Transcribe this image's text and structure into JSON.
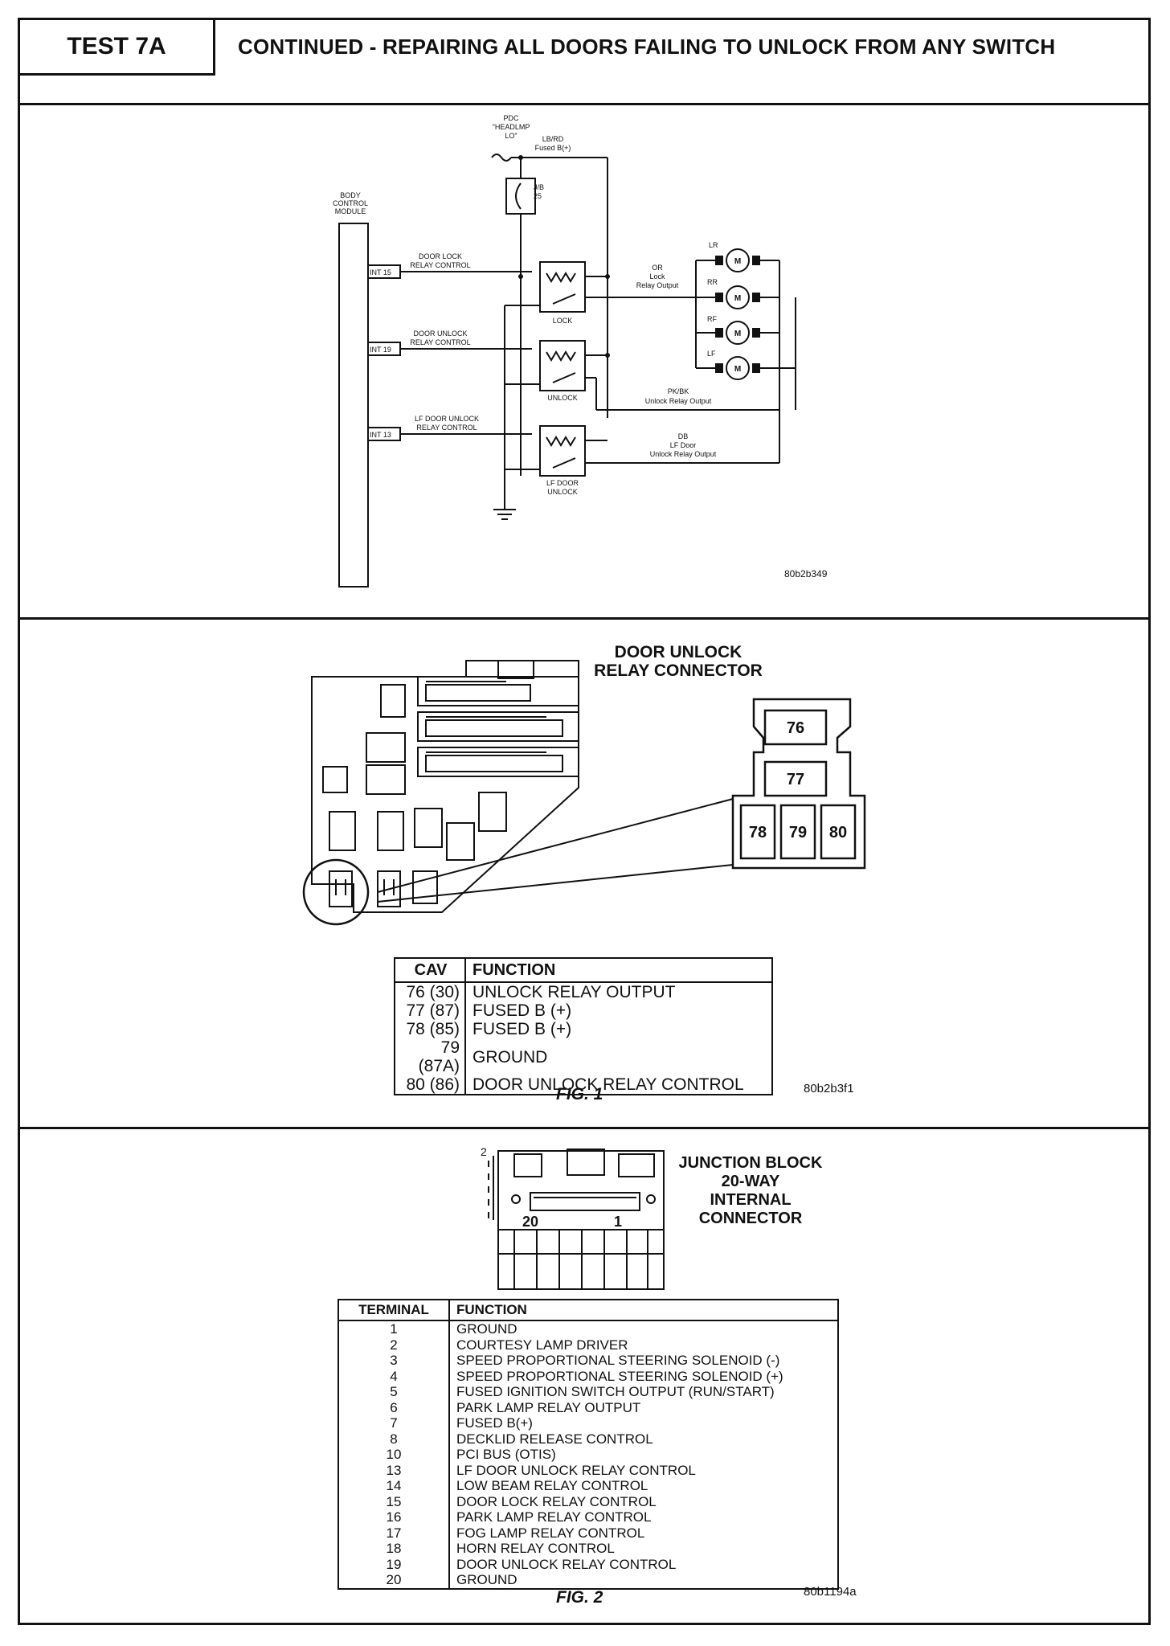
{
  "header": {
    "test_label": "TEST 7A",
    "title": "CONTINUED - REPAIRING ALL DOORS FAILING TO UNLOCK FROM ANY SWITCH"
  },
  "schematic": {
    "pdc_label": [
      "PDC",
      "\"HEADLMP",
      "LO\""
    ],
    "fused_wire": [
      "LB/RD",
      "Fused B(+)"
    ],
    "fuse_label": [
      "J/B",
      "25"
    ],
    "bcm_label": [
      "BODY",
      "CONTROL",
      "MODULE"
    ],
    "pins": [
      "INT 15",
      "INT 19",
      "INT 13"
    ],
    "lock_ctrl_label": [
      "DOOR LOCK",
      "RELAY CONTROL"
    ],
    "unlock_ctrl_label": [
      "DOOR UNLOCK",
      "RELAY CONTROL"
    ],
    "lf_unlock_ctrl_label": [
      "LF DOOR UNLOCK",
      "RELAY CONTROL"
    ],
    "relay_lock": "LOCK",
    "relay_unlock": "UNLOCK",
    "relay_lf": [
      "LF DOOR",
      "UNLOCK"
    ],
    "lock_output": [
      "OR",
      "Lock",
      "Relay Output"
    ],
    "unlock_output": [
      "PK/BK",
      "Unlock Relay Output"
    ],
    "lf_output": [
      "DB",
      "LF Door",
      "Unlock Relay Output"
    ],
    "motors": [
      "LR",
      "RR",
      "RF",
      "LF"
    ],
    "motor_symbol": "M",
    "code": "80b2b349"
  },
  "fig1": {
    "connector_title": [
      "DOOR UNLOCK",
      "RELAY CONNECTOR"
    ],
    "cavities": [
      "76",
      "77",
      "78",
      "79",
      "80"
    ],
    "table_headers": [
      "CAV",
      "FUNCTION"
    ],
    "rows": [
      {
        "cav": "76 (30)",
        "function": "UNLOCK RELAY OUTPUT"
      },
      {
        "cav": "77 (87)",
        "function": "FUSED B (+)"
      },
      {
        "cav": "78 (85)",
        "function": "FUSED B (+)"
      },
      {
        "cav": "79 (87A)",
        "function": "GROUND"
      },
      {
        "cav": "80 (86)",
        "function": "DOOR UNLOCK RELAY CONTROL"
      }
    ],
    "caption": "FIG. 1",
    "code": "80b2b3f1"
  },
  "fig2": {
    "connector_title": [
      "JUNCTION BLOCK",
      "20-WAY",
      "INTERNAL",
      "CONNECTOR"
    ],
    "pin_labels": [
      "20",
      "1"
    ],
    "side_number": "2",
    "table_headers": [
      "TERMINAL",
      "FUNCTION"
    ],
    "rows": [
      {
        "terminal": "1",
        "function": "GROUND"
      },
      {
        "terminal": "2",
        "function": "COURTESY LAMP DRIVER"
      },
      {
        "terminal": "3",
        "function": "SPEED PROPORTIONAL STEERING SOLENOID (-)"
      },
      {
        "terminal": "4",
        "function": "SPEED PROPORTIONAL STEERING SOLENOID (+)"
      },
      {
        "terminal": "5",
        "function": "FUSED IGNITION SWITCH OUTPUT (RUN/START)"
      },
      {
        "terminal": "6",
        "function": "PARK LAMP RELAY OUTPUT"
      },
      {
        "terminal": "7",
        "function": "FUSED B(+)"
      },
      {
        "terminal": "8",
        "function": "DECKLID RELEASE CONTROL"
      },
      {
        "terminal": "10",
        "function": "PCI BUS (OTIS)"
      },
      {
        "terminal": "13",
        "function": "LF DOOR UNLOCK RELAY CONTROL"
      },
      {
        "terminal": "14",
        "function": "LOW BEAM RELAY CONTROL"
      },
      {
        "terminal": "15",
        "function": "DOOR LOCK RELAY CONTROL"
      },
      {
        "terminal": "16",
        "function": "PARK LAMP RELAY CONTROL"
      },
      {
        "terminal": "17",
        "function": "FOG LAMP RELAY CONTROL"
      },
      {
        "terminal": "18",
        "function": "HORN RELAY CONTROL"
      },
      {
        "terminal": "19",
        "function": "DOOR UNLOCK RELAY CONTROL"
      },
      {
        "terminal": "20",
        "function": "GROUND"
      }
    ],
    "caption": "FIG. 2",
    "code": "80b1194a"
  }
}
